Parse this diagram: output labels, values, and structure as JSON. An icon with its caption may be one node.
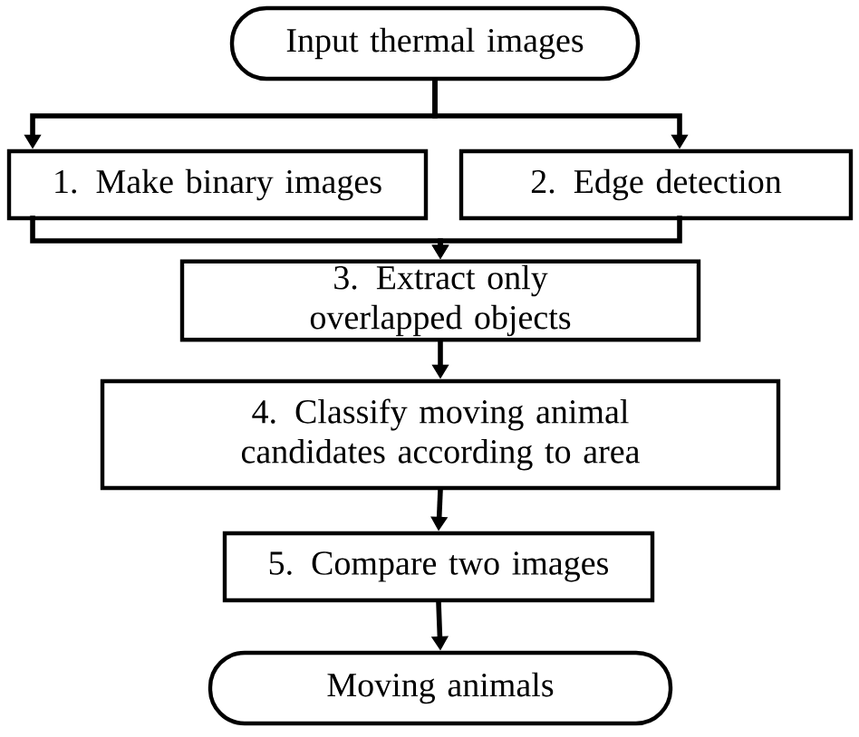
{
  "diagram": {
    "nodes": [
      {
        "text": [
          "Input thermal images"
        ]
      },
      {
        "text": [
          "1. Make binary images"
        ]
      },
      {
        "text": [
          "2. Edge detection"
        ]
      },
      {
        "text": [
          "3. Extract only overlapped objects"
        ]
      },
      {
        "text": [
          "4. Classify moving animal candidates according to area"
        ]
      },
      {
        "text": [
          "5. Compare two images"
        ]
      },
      {
        "text": [
          "Moving animals"
        ]
      }
    ],
    "edges": [
      {
        "from": 0,
        "to": 1,
        "arrow": "to"
      },
      {
        "from": 0,
        "to": 2,
        "arrow": "to"
      },
      {
        "from": 1,
        "to": 3,
        "arrow": "to"
      },
      {
        "from": 2,
        "to": 3,
        "arrow": "to"
      },
      {
        "from": 3,
        "to": 4,
        "arrow": "to"
      },
      {
        "from": 4,
        "to": 5,
        "arrow": "to"
      },
      {
        "from": 5,
        "to": 6,
        "arrow": "to"
      }
    ]
  }
}
